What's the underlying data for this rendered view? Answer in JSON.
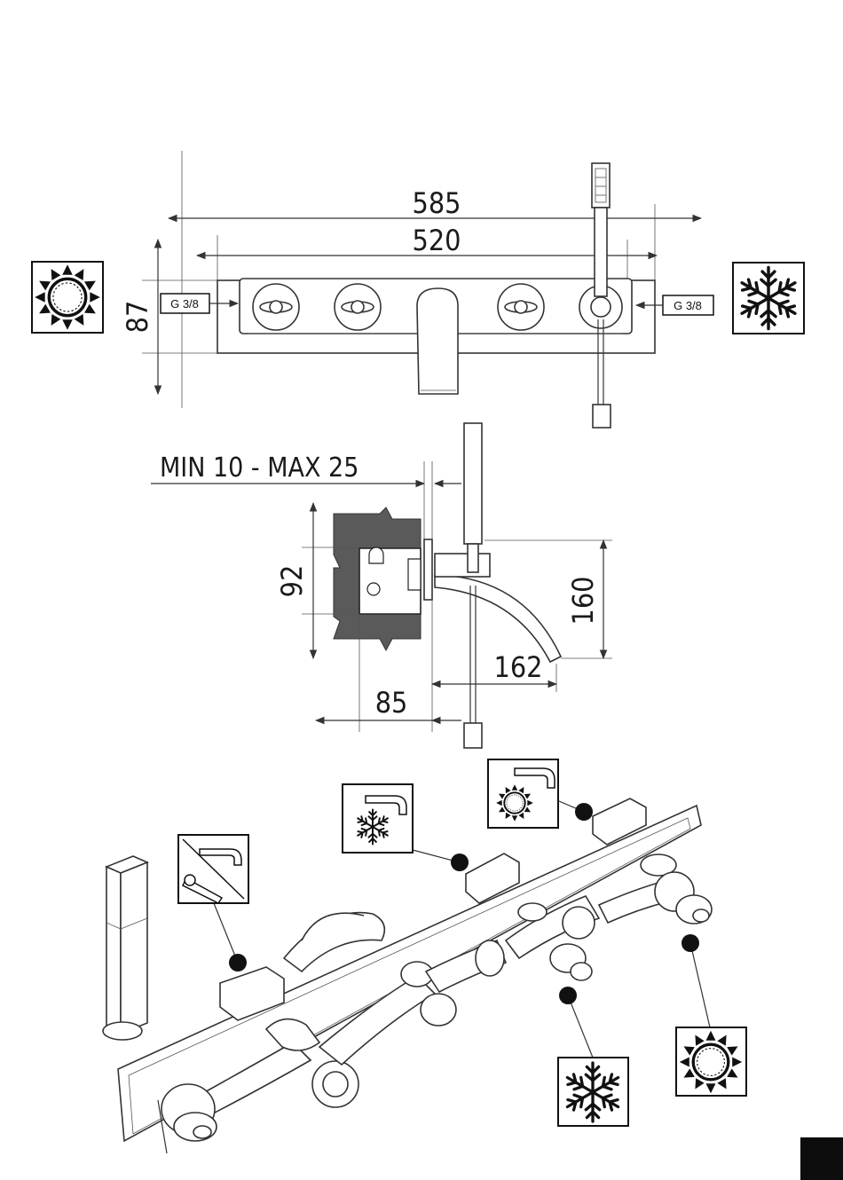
{
  "front_view": {
    "dim_overall": "585",
    "dim_plate": "520",
    "dim_height": "87",
    "inlet_left": "G 3/8",
    "inlet_right": "G 3/8",
    "hot_symbol": "sun-icon",
    "cold_symbol": "snowflake-icon"
  },
  "side_view": {
    "wall_range": "MIN 10 - MAX 25",
    "dim_body_height": "92",
    "dim_depth": "85",
    "dim_spout_reach": "162",
    "dim_spout_height": "160"
  },
  "exploded_view": {
    "callouts": [
      {
        "symbol": "hand-shower-icon",
        "meaning": "diverter"
      },
      {
        "symbol": "cold-spout-icon",
        "meaning": "cold"
      },
      {
        "symbol": "hot-spout-icon",
        "meaning": "hot"
      },
      {
        "symbol": "snowflake-icon",
        "meaning": "cold inlet"
      },
      {
        "symbol": "sun-icon",
        "meaning": "hot inlet"
      }
    ]
  },
  "colors": {
    "ink": "#333333",
    "wall": "#5a5a5a",
    "corner": "#0d0d0d"
  }
}
